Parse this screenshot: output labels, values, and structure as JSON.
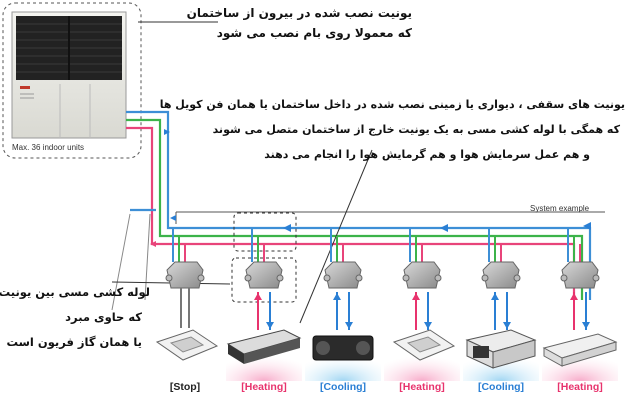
{
  "outdoor": {
    "caption_line1": "یونیت نصب شده در بیرون از ساختمان",
    "caption_line2": "که معمولا روی بام نصب می شود",
    "capacity": "Max. 36 indoor units"
  },
  "indoor": {
    "caption_line1": "یونیت های سقفی ، دیواری یا زمینی نصب شده در داخل ساختمان یا همان فن کویل ها",
    "caption_line2": "که همگی با لوله کشی مسی به یک یونیت خارج از ساختمان متصل می شوند",
    "caption_line3": "و هم عمل سرمایش هوا و هم گرمایش هوا را انجام می دهند"
  },
  "piping": {
    "caption_line1": "لوله کشی مسی بین یونیت ها",
    "caption_line2": "که حاوی مبرد",
    "caption_line3": "یا همان گاز فریون است"
  },
  "system_label": "System example",
  "units": [
    {
      "mode": "[Stop]",
      "color": "#222222"
    },
    {
      "mode": "[Heating]",
      "color": "#e8336d"
    },
    {
      "mode": "[Cooling]",
      "color": "#2a7fd4"
    },
    {
      "mode": "[Heating]",
      "color": "#e8336d"
    },
    {
      "mode": "[Cooling]",
      "color": "#2a7fd4"
    },
    {
      "mode": "[Heating]",
      "color": "#e8336d"
    }
  ],
  "colors": {
    "pipe_blue": "#3d8fd6",
    "pipe_green": "#3cb34a",
    "pipe_pink": "#e8447a",
    "heat": "#e8336d",
    "cool": "#2a7fd4"
  }
}
